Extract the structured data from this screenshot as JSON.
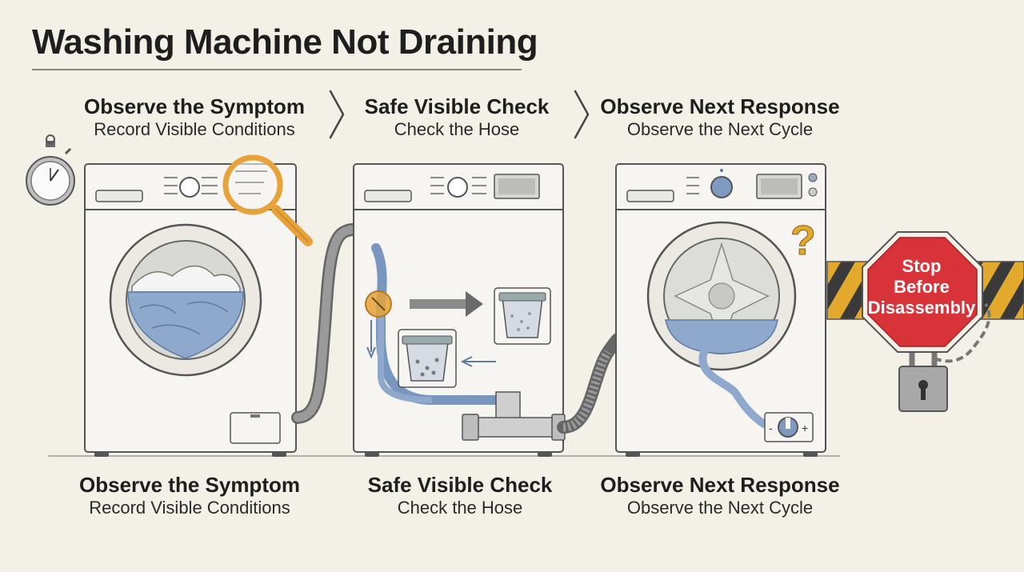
{
  "title": "Washing Machine Not Draining",
  "steps": [
    {
      "heading": "Observe the Symptom",
      "subheading": "Record Visible Conditions"
    },
    {
      "heading": "Safe Visible Check",
      "subheading": "Check the Hose"
    },
    {
      "heading": "Observe Next Response",
      "subheading": "Observe the Next Cycle"
    }
  ],
  "stop_sign": {
    "line1": "Stop",
    "line2": "Before",
    "line3": "Disassembly"
  },
  "question_mark": "?",
  "knob_minus": "-",
  "knob_plus": "+",
  "colors": {
    "background": "#f3f0e8",
    "water": "#8ea9cc",
    "stop_red": "#d9333a",
    "caution_yellow": "#e2a92c",
    "magnifier": "#e8a23a",
    "hose": "#7d7d7d"
  }
}
